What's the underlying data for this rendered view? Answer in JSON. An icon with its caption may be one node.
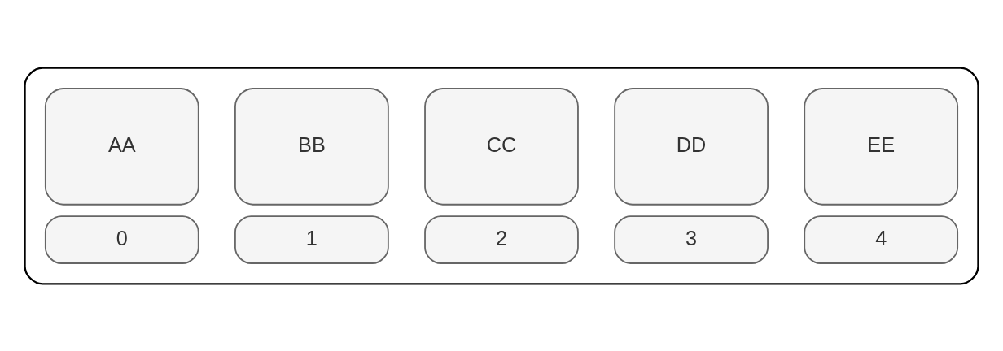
{
  "diagram": {
    "nodes": [
      {
        "text": [],
        "shape": "box"
      },
      {
        "text": [
          "AA"
        ],
        "in": 0
      },
      {
        "text": [
          "BB"
        ],
        "in": 0
      },
      {
        "text": [
          "CC"
        ],
        "in": 0
      },
      {
        "text": [
          "DD"
        ],
        "in": 0
      },
      {
        "text": [
          "EE"
        ],
        "in": 0
      },
      {
        "text": [
          "0"
        ],
        "in": 0
      },
      {
        "text": [
          "1"
        ],
        "in": 0
      },
      {
        "text": [
          "2"
        ],
        "in": 0
      },
      {
        "text": [
          "3"
        ],
        "in": 0
      },
      {
        "text": [
          "4"
        ],
        "in": 0
      }
    ]
  }
}
